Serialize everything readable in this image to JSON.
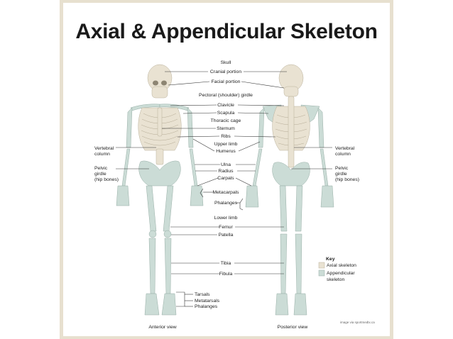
{
  "title": "Axial & Appendicular Skeleton",
  "labels": {
    "skull": "Skull",
    "cranial": "Cranial portion",
    "facial": "Facial portion",
    "pectoral": "Pectoral (shoulder) girdle",
    "clavicle": "Clavicle",
    "scapula": "Scapula",
    "thoracic": "Thoracic cage",
    "sternum": "Sternum",
    "ribs": "Ribs",
    "upper_limb": "Upper limb",
    "humerus": "Humerus",
    "ulna": "Ulna",
    "radius": "Radius",
    "carpals": "Carpals",
    "metacarpals": "Metacarpals",
    "phalanges_hand": "Phalanges",
    "lower_limb": "Lower limb",
    "femur": "Femur",
    "patella": "Patella",
    "tibia": "Tibia",
    "fibula": "Fibula",
    "tarsals": "Tarsals",
    "metatarsals": "Metatarsals",
    "phalanges_foot": "Phalanges",
    "vertebral_left": [
      "Vertebral",
      "column"
    ],
    "pelvic_left": [
      "Pelvic",
      "girdle",
      "(hip bones)"
    ],
    "vertebral_right": [
      "Vertebral",
      "column"
    ],
    "pelvic_right": [
      "Pelvic",
      "girdle",
      "(hip bones)"
    ]
  },
  "views": {
    "anterior": "Anterior view",
    "posterior": "Posterior view"
  },
  "key": {
    "heading": "Key",
    "axial": "Axial skeleton",
    "appendicular": [
      "Appendicular",
      "skeleton"
    ],
    "axial_color": "#e9e2d2",
    "appendicular_color": "#cbdcd6"
  },
  "credit": "image via sportmedtx.ca"
}
